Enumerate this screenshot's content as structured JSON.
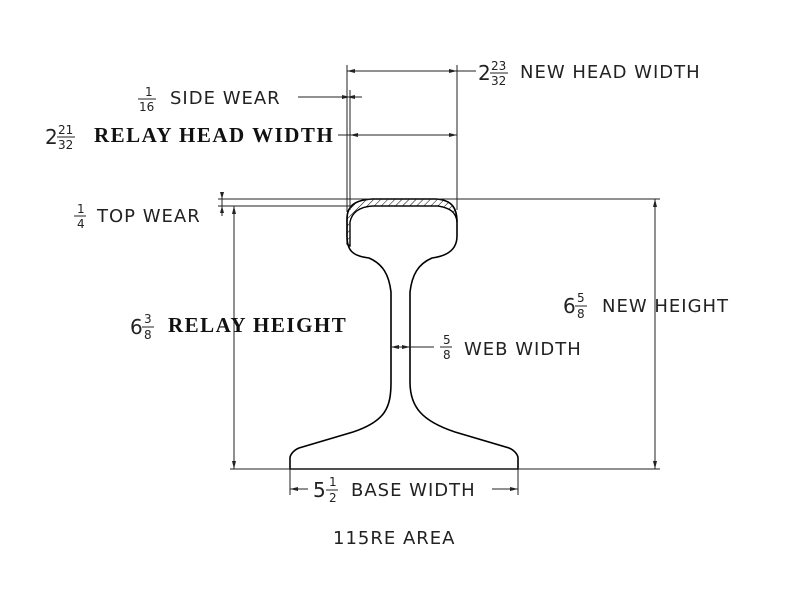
{
  "title": "115RE AREA",
  "colors": {
    "ink": "#222222",
    "background": "#ffffff"
  },
  "dimensions": {
    "new_head_width": {
      "whole": "2",
      "num": "23",
      "den": "32",
      "label": "NEW HEAD WIDTH"
    },
    "side_wear": {
      "whole": "",
      "num": "1",
      "den": "16",
      "label": "SIDE WEAR"
    },
    "relay_head_width": {
      "whole": "2",
      "num": "21",
      "den": "32",
      "label": "RELAY HEAD WIDTH"
    },
    "top_wear": {
      "whole": "",
      "num": "1",
      "den": "4",
      "label": "TOP WEAR"
    },
    "relay_height": {
      "whole": "6",
      "num": "3",
      "den": "8",
      "label": "RELAY HEIGHT"
    },
    "new_height": {
      "whole": "6",
      "num": "5",
      "den": "8",
      "label": "NEW HEIGHT"
    },
    "web_width": {
      "whole": "",
      "num": "5",
      "den": "8",
      "label": "WEB WIDTH"
    },
    "base_width": {
      "whole": "5",
      "num": "1",
      "den": "2",
      "label": "BASE WIDTH"
    }
  }
}
